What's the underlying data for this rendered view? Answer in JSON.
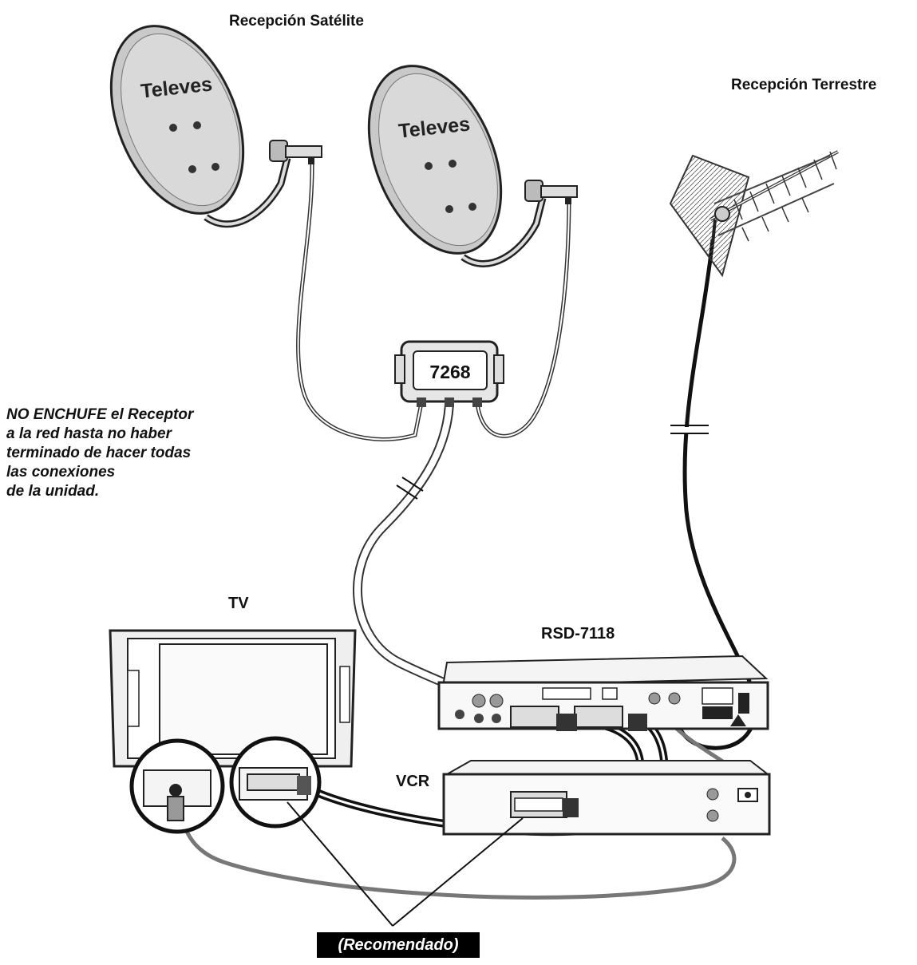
{
  "labels": {
    "satellite": "Recepción Satélite",
    "terrestrial": "Recepción Terrestre",
    "tv": "TV",
    "receiver": "RSD-7118",
    "vcr": "VCR",
    "recommended": "(Recomendado)"
  },
  "warning_lines": [
    "NO ENCHUFE el Receptor",
    "a la red hasta no haber",
    "terminado de hacer todas",
    "las conexiones",
    "de la unidad."
  ],
  "dish_brand": "Televes",
  "switch_model": "7268"
}
